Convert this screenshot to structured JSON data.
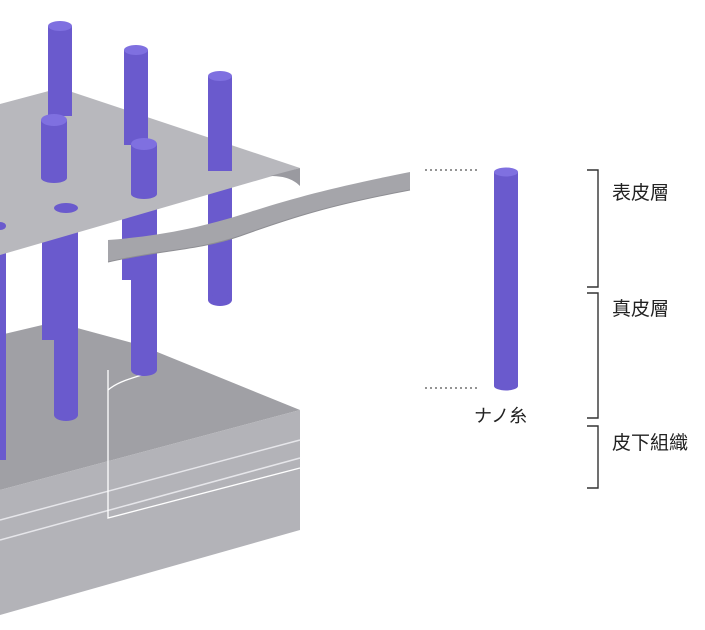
{
  "labels": {
    "epidermis": "表皮層",
    "dermis": "真皮層",
    "subcutaneous": "皮下組織",
    "nanothread": "ナノ糸"
  },
  "colors": {
    "thread": "#6A5ACD",
    "thread_top": "#7F70E0",
    "layer_top": "#B7B7BB",
    "layer_side": "#9D9DA2",
    "layer_dark": "#8A8A8F",
    "bracket": "#333333"
  }
}
